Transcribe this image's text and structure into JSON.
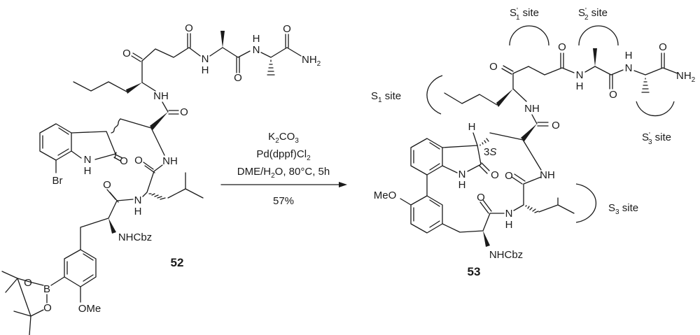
{
  "reactant": {
    "compound_number": "52",
    "atoms": {
      "o": "O",
      "n": "N",
      "h": "H",
      "nh": "NH",
      "nh2_main": "NH",
      "nh2_sub": "2",
      "br": "Br",
      "b": "B",
      "ome": "OMe",
      "nhcbz": "NHCbz"
    }
  },
  "conditions": {
    "line1": [
      "K",
      "2",
      "CO",
      "3"
    ],
    "line2": [
      "Pd(dppf)Cl",
      "2"
    ],
    "line3": [
      "DME/H",
      "2",
      "O, 80°C, 5h"
    ],
    "yield": "57%"
  },
  "product": {
    "compound_number": "53",
    "stereo_label": [
      "3",
      "S"
    ],
    "atoms": {
      "o": "O",
      "h": "H",
      "nh": "NH",
      "n": "N",
      "nh2_main": "NH",
      "nh2_sub": "2",
      "meo": "MeO",
      "nhcbz": "NHCbz"
    },
    "sites": {
      "s1": [
        "S",
        "1",
        " site"
      ],
      "s1p": [
        "S",
        "'",
        "1",
        " site"
      ],
      "s2p": [
        "S",
        "'",
        "2",
        " site"
      ],
      "s3p": [
        "S",
        "'",
        "3",
        " site"
      ],
      "s3": [
        "S",
        "3",
        " site"
      ]
    }
  }
}
